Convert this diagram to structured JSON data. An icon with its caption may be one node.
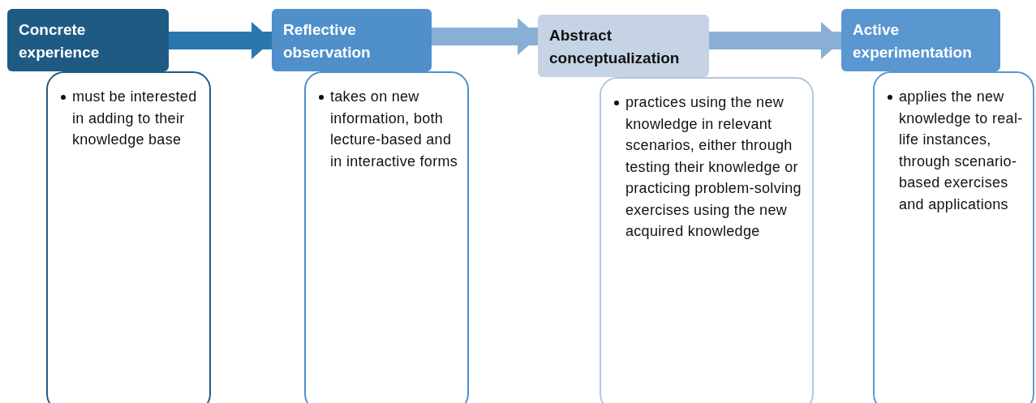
{
  "diagram": {
    "nodes": [
      {
        "text": [
          "Concrete experience"
        ]
      },
      {
        "text": [
          "must be interested in adding to their knowledge base"
        ]
      },
      {
        "text": [
          "Reflective observation"
        ]
      },
      {
        "text": [
          "takes on new information, both lecture-based and in interactive forms"
        ]
      },
      {
        "text": [
          "Abstract conceptualization"
        ]
      },
      {
        "text": [
          "practices using the new knowledge in relevant scenarios, either through testing their knowledge or practicing problem-solving exercises using the new acquired knowledge"
        ]
      },
      {
        "text": [
          "Active experimentation"
        ]
      },
      {
        "text": [
          "applies the new knowledge to real-life instances, through scenario-based exercises and applications"
        ]
      }
    ],
    "edges": [
      {
        "from": 0,
        "to": 2,
        "arrow": "to",
        "color": "#2a77b0"
      },
      {
        "from": 2,
        "to": 4,
        "arrow": "to",
        "color": "#8aafd6"
      },
      {
        "from": 4,
        "to": 6,
        "arrow": "to",
        "color": "#8aafd6"
      }
    ]
  }
}
